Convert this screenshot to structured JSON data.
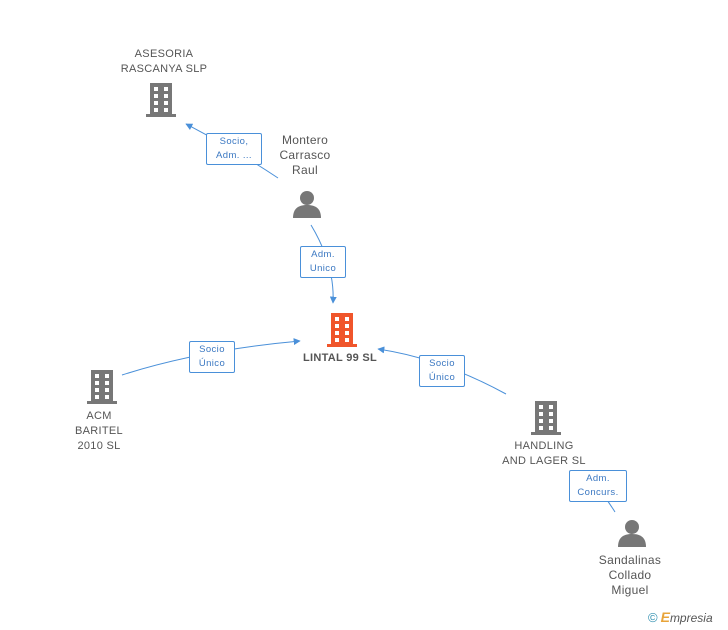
{
  "nodes": {
    "asesoria": {
      "lines": [
        "ASESORIA",
        "RASCANYA SLP"
      ],
      "type": "company",
      "color": "#777777"
    },
    "montero": {
      "lines": [
        "Montero",
        "Carrasco",
        "Raul"
      ],
      "type": "person",
      "color": "#777777"
    },
    "lintal": {
      "lines": [
        "LINTAL 99 SL"
      ],
      "type": "company",
      "color": "#f0552b"
    },
    "acm": {
      "lines": [
        "ACM",
        "BARITEL",
        "2010 SL"
      ],
      "type": "company",
      "color": "#777777"
    },
    "handling": {
      "lines": [
        "HANDLING",
        "AND LAGER SL"
      ],
      "type": "company",
      "color": "#777777"
    },
    "sandalinas": {
      "lines": [
        "Sandalinas",
        "Collado",
        "Miguel"
      ],
      "type": "person",
      "color": "#777777"
    }
  },
  "edges": {
    "montero_asesoria": {
      "lines": [
        "Socio,",
        "Adm. ..."
      ]
    },
    "montero_lintal": {
      "lines": [
        "Adm.",
        "Unico"
      ]
    },
    "acm_lintal": {
      "lines": [
        "Socio",
        "Único"
      ]
    },
    "handling_lintal": {
      "lines": [
        "Socio",
        "Único"
      ]
    },
    "sandalinas_handling": {
      "lines": [
        "Adm.",
        "Concurs."
      ]
    }
  },
  "colors": {
    "edge": "#4a90d9",
    "node_gray": "#777777",
    "node_main": "#f0552b",
    "label_text": "#555555"
  },
  "footer": {
    "copyright": "©",
    "brand_first": "E",
    "brand_rest": "mpresia"
  }
}
